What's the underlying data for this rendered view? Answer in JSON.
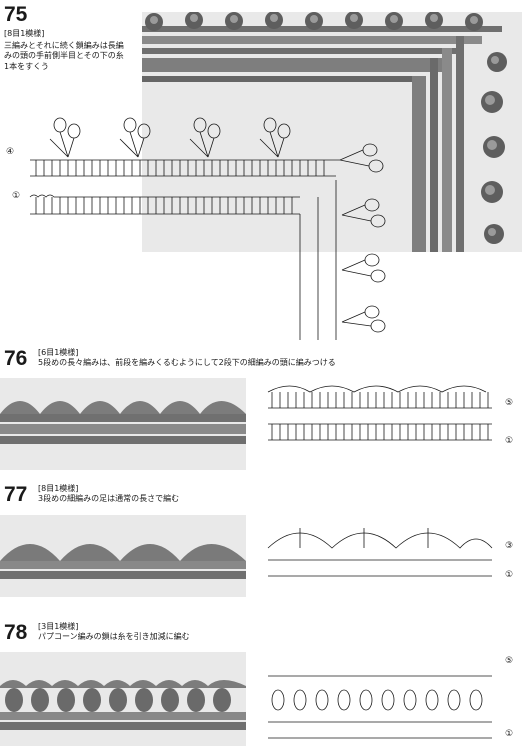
{
  "patterns": [
    {
      "number": "75",
      "repeat": "[8目1模様]",
      "note_lines": [
        "三編みとそれに続く鎖編みは長編",
        "みの頭の手前側半目とその下の糸",
        "1本をすくう"
      ],
      "row_markers": [
        "④",
        "①"
      ]
    },
    {
      "number": "76",
      "repeat": "[6目1模様]",
      "note": "5段めの長々編みは、前段を編みくるむようにして2段下の細編みの頭に編みつける",
      "row_markers": [
        "⑤",
        "①"
      ]
    },
    {
      "number": "77",
      "repeat": "[8目1模様]",
      "note": "3段めの細編みの足は通常の長さで編む",
      "row_markers": [
        "③",
        "①"
      ]
    },
    {
      "number": "78",
      "repeat": "[3目1模様]",
      "note": "パプコーン編みの鎖は糸を引き加減に編む",
      "row_markers": [
        "⑤",
        "①"
      ]
    }
  ],
  "colors": {
    "yarn": "#7b7b7b",
    "yarn_dark": "#4a4a4a",
    "photo_bg": "#e9e9e9",
    "ink": "#1a1a1a"
  }
}
